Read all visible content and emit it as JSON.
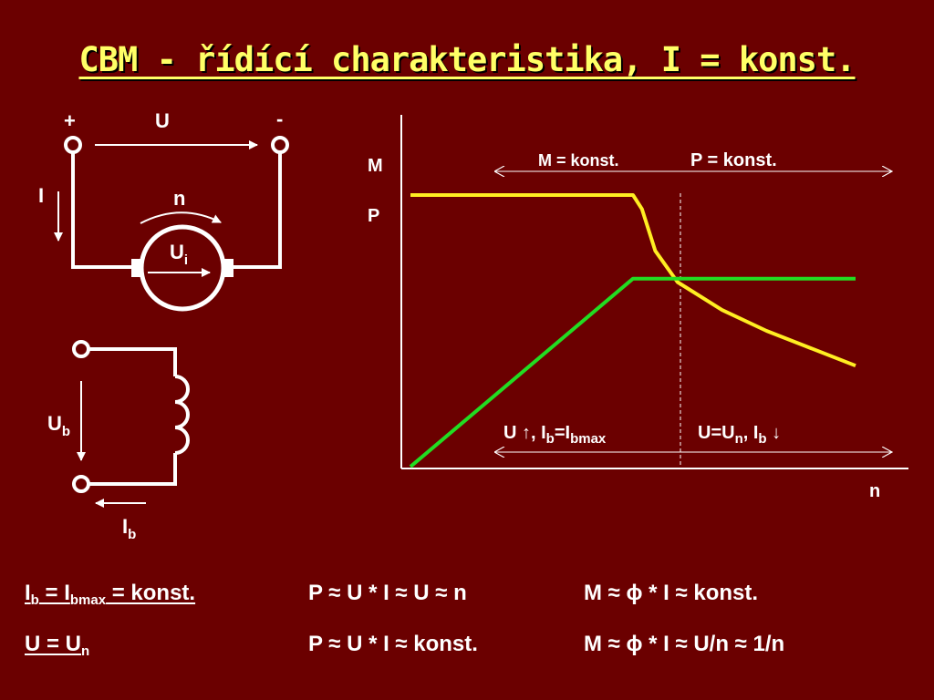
{
  "title": "CBM - řídící charakteristika, I = konst.",
  "armature_circuit": {
    "plus": "+",
    "voltage": "U",
    "minus": "-",
    "current": "I",
    "speed": "n",
    "induced_voltage": "U",
    "induced_voltage_sub": "i"
  },
  "field_circuit": {
    "voltage": "U",
    "voltage_sub": "b",
    "current": "I",
    "current_sub": "b"
  },
  "chart": {
    "label_m": "M",
    "label_p": "P",
    "label_n": "n",
    "region_m": "M = konst.",
    "region_p": "P = konst.",
    "cond_left_a": "U ↑, I",
    "cond_left_sub1": "b",
    "cond_left_b": "=I",
    "cond_left_sub2": "bmax",
    "cond_right_a": "U=U",
    "cond_right_sub1": "n",
    "cond_right_b": ", I",
    "cond_right_sub2": "b",
    "cond_right_c": " ↓",
    "colors": {
      "torque": "#ffee22",
      "power": "#22dd22",
      "m_label": "#ffee22",
      "p_label": "#22dd22"
    }
  },
  "chart_data": {
    "type": "line",
    "xlabel": "n",
    "ylabel": "",
    "series": [
      {
        "name": "M",
        "x": [
          0,
          0.5,
          0.52,
          0.55,
          0.6,
          0.7,
          0.8,
          0.9,
          1.0
        ],
        "values": [
          0.78,
          0.78,
          0.74,
          0.62,
          0.53,
          0.45,
          0.39,
          0.34,
          0.29
        ]
      },
      {
        "name": "P",
        "x": [
          0,
          0.5,
          1.0
        ],
        "values": [
          0.0,
          0.54,
          0.54
        ]
      }
    ],
    "break_point_x": 0.5
  },
  "equations": {
    "row1": {
      "cond_a": "I",
      "cond_sub1": "b",
      "cond_b": " = I",
      "cond_sub2": "bmax",
      "cond_c": " = konst.",
      "power": "P ≈ U * I ≈ U ≈ n",
      "torque": "M ≈ ϕ * I ≈ konst."
    },
    "row2": {
      "cond_a": "U = U",
      "cond_sub1": "n",
      "power": "P ≈ U * I ≈ konst.",
      "torque": "M ≈ ϕ * I ≈ U/n ≈ 1/n"
    }
  }
}
